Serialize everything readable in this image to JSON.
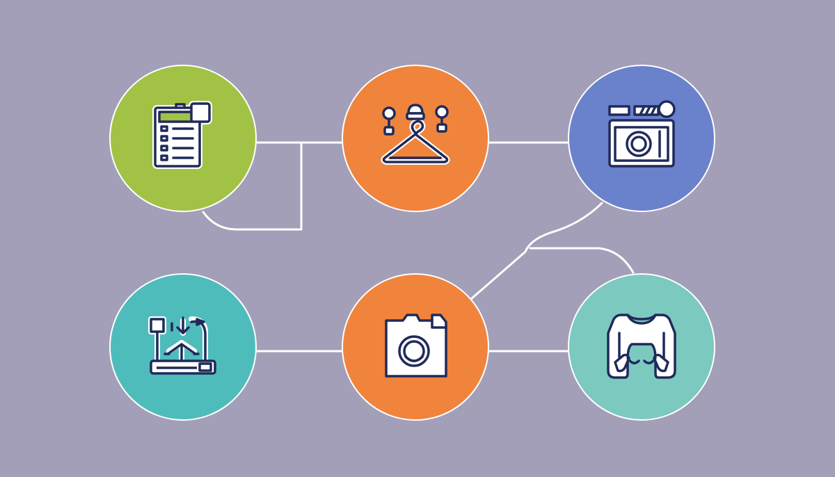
{
  "background": "#a39fb8",
  "line_color": "#ffffff",
  "icon_stroke": "#1f2a5a",
  "nodes": [
    {
      "id": "node-1",
      "icon": "calculator-checklist-icon",
      "color": "#a2c245"
    },
    {
      "id": "node-2",
      "icon": "clothes-hanger-icon",
      "color": "#f0843c"
    },
    {
      "id": "node-3",
      "icon": "camera-device-icon",
      "color": "#6a82cc"
    },
    {
      "id": "node-4",
      "icon": "process-flow-icon",
      "color": "#4fbcbc"
    },
    {
      "id": "node-5",
      "icon": "camera-icon",
      "color": "#f0843c"
    },
    {
      "id": "node-6",
      "icon": "sweater-icon",
      "color": "#7cc9c0"
    }
  ]
}
